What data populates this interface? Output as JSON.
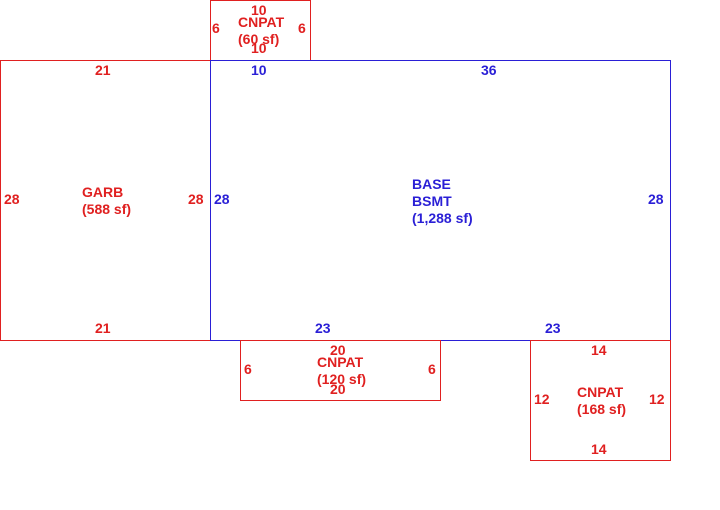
{
  "colors": {
    "addition": "#e02020",
    "base": "#2a1fd6"
  },
  "areas": {
    "cnpat_top": {
      "code": "CNPAT",
      "area": "(60 sf)",
      "top": "10",
      "bottom": "10",
      "left": "6",
      "right": "6"
    },
    "garb": {
      "code": "GARB",
      "area": "(588 sf)",
      "top": "21",
      "bottom": "21",
      "left": "28",
      "right": "28"
    },
    "base": {
      "code": "BASE",
      "code2": "BSMT",
      "area": "(1,288 sf)",
      "top_left": "10",
      "top_right": "36",
      "bottom_left": "23",
      "bottom_right": "23",
      "left": "28",
      "right": "28"
    },
    "cnpat_mid": {
      "code": "CNPAT",
      "area": "(120 sf)",
      "top": "20",
      "bottom": "20",
      "left": "6",
      "right": "6"
    },
    "cnpat_right": {
      "code": "CNPAT",
      "area": "(168 sf)",
      "top": "14",
      "bottom": "14",
      "left": "12",
      "right": "12"
    }
  }
}
